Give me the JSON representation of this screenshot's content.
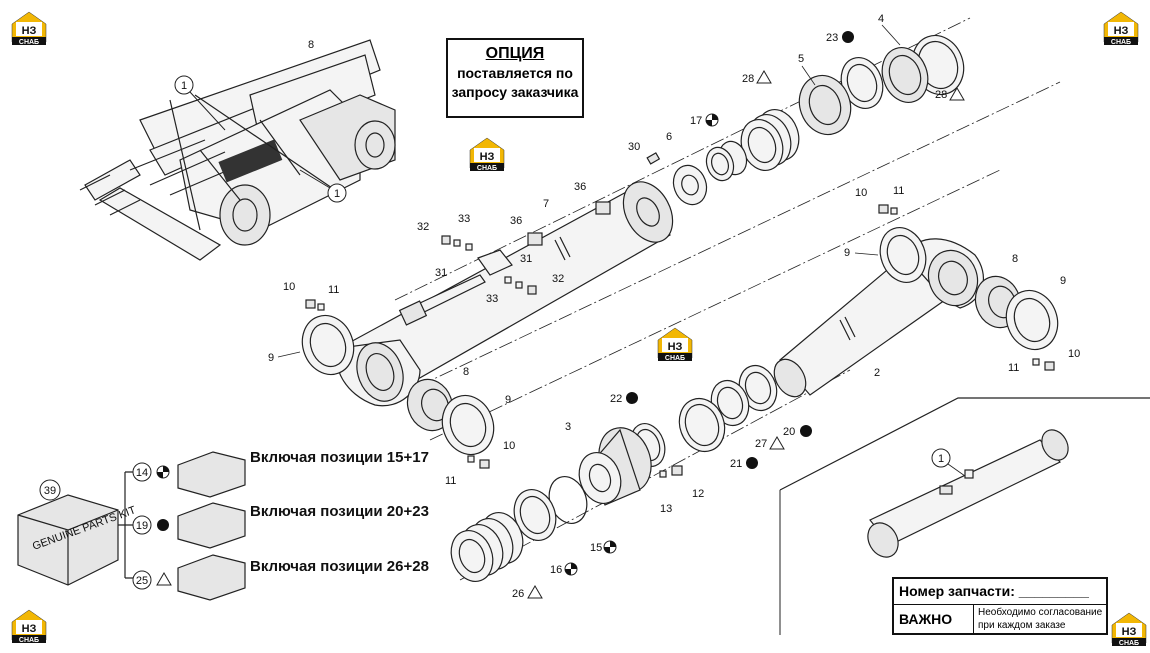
{
  "option_box": {
    "title": "ОПЦИЯ",
    "line1": "поставляется по",
    "line2": "запросу заказчика"
  },
  "part_number_box": {
    "label": "Номер запчасти: _________",
    "important": "ВАЖНО",
    "note_line1": "Необходимо согласование",
    "note_line2": "при каждом заказе"
  },
  "kits": [
    {
      "number": "14",
      "marker": "half-filled-circle",
      "label": "Включая позиции 15+17"
    },
    {
      "number": "19",
      "marker": "filled-circle",
      "label": "Включая позиции 20+23"
    },
    {
      "number": "25",
      "marker": "triangle",
      "label": "Включая позиции 26+28"
    }
  ],
  "master_kit": {
    "number": "39",
    "box_text": "GENUINE PARTS KIT"
  },
  "logo": {
    "line1": "НЗ",
    "line2": "СНАБ",
    "color": "#f2b705"
  },
  "callouts": {
    "machine_1a": "1",
    "machine_1b": "1",
    "machine_8": "8",
    "p2": "2",
    "p3": "3",
    "p4": "4",
    "p5": "5",
    "p6": "6",
    "p7": "7",
    "p8a": "8",
    "p8b": "8",
    "p9a": "9",
    "p9b": "9",
    "p9c": "9",
    "p9d": "9",
    "p10a": "10",
    "p10b": "10",
    "p10c": "10",
    "p10d": "10",
    "p11a": "11",
    "p11b": "11",
    "p11c": "11",
    "p11d": "11",
    "p12": "12",
    "p13": "13",
    "p15": "15",
    "p16": "16",
    "p17": "17",
    "p20": "20",
    "p21": "21",
    "p22": "22",
    "p23": "23",
    "p26": "26",
    "p27": "27",
    "p28a": "28",
    "p28b": "28",
    "p30": "30",
    "p31a": "31",
    "p31b": "31",
    "p32a": "32",
    "p32b": "32",
    "p33a": "33",
    "p33b": "33",
    "p36a": "36",
    "p36b": "36",
    "detail_1": "1"
  }
}
